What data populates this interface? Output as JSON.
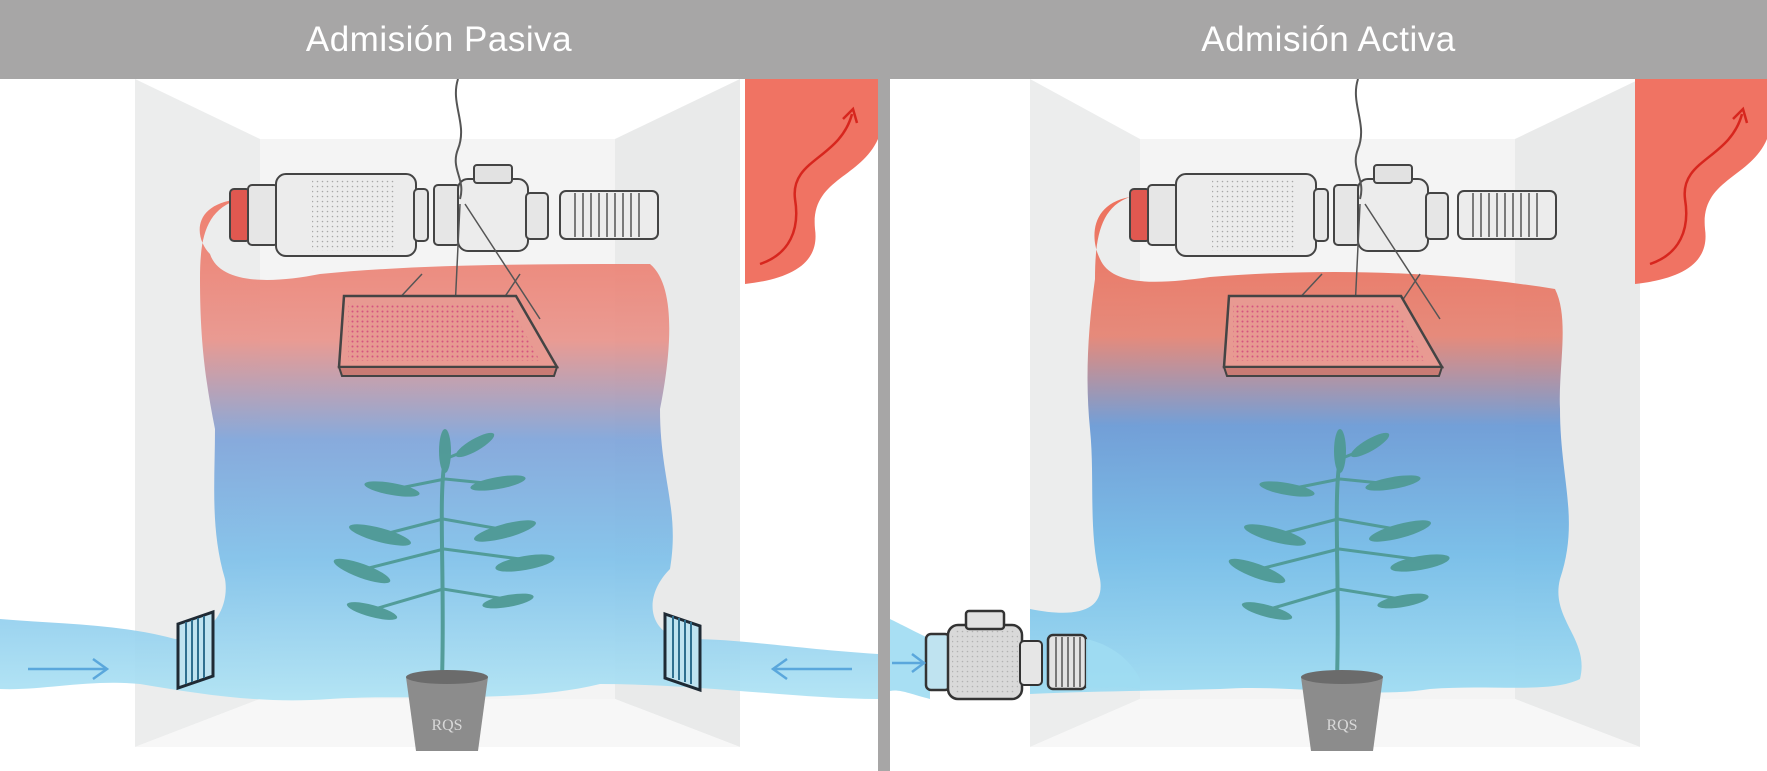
{
  "panels": [
    {
      "title": "Admisión Pasiva"
    },
    {
      "title": "Admisión Activa"
    }
  ],
  "pot_logo_text": "RQS",
  "colors": {
    "header_bg": "#a7a6a6",
    "header_text": "#ffffff",
    "hot_air": "#ef6a55",
    "cool_air": "#7fcbe8",
    "arrow_blue": "#5aa7dc",
    "arrow_red": "#d7261e"
  },
  "icons": {
    "intake_vent": "vent-grille-icon",
    "intake_fan": "inline-fan-icon",
    "carbon_filter": "carbon-filter-icon",
    "exhaust_duct": "exhaust-duct-icon",
    "grow_light": "led-grow-light-icon",
    "plant": "cannabis-plant-icon",
    "pot": "flower-pot-icon"
  }
}
